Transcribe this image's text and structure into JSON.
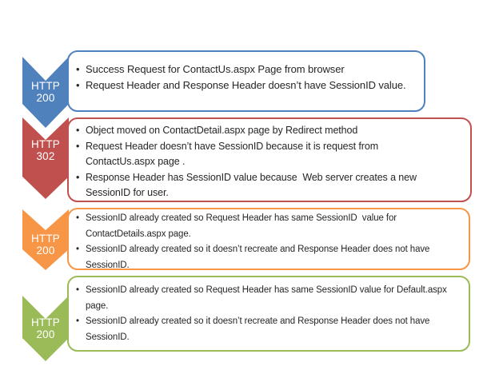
{
  "diagram": {
    "background": "#FFFFFF",
    "text_color": "#262626",
    "badge_text_color": "#FFFFFF",
    "steps": [
      {
        "badge_line1": "HTTP",
        "badge_line2": "200",
        "color": "#4F81BD",
        "bullets": [
          "Success Request for ContactUs.aspx Page from browser",
          "Request Header and Response Header doesn’t have SessionID value."
        ]
      },
      {
        "badge_line1": "HTTP",
        "badge_line2": "302",
        "color": "#C0504D",
        "bullets": [
          "Object moved on ContactDetail.aspx page by Redirect method",
          "Request Header doesn’t have SessionID because it is request from ContactUs.aspx page .",
          "Response Header has SessionID value because  Web server creates a new SessionID for user."
        ]
      },
      {
        "badge_line1": "HTTP",
        "badge_line2": "200",
        "color": "#F79646",
        "bullets": [
          "SessionID already created so Request Header has same SessionID  value for ContactDetails.aspx page.",
          "SessionID already created so it doesn’t recreate and Response Header does not have SessionID."
        ]
      },
      {
        "badge_line1": "HTTP",
        "badge_line2": "200",
        "color": "#9BBB59",
        "bullets": [
          "SessionID already created so Request Header has same SessionID value for Default.aspx page.",
          "SessionID already created so it doesn’t recreate and Response Header does not have SessionID."
        ]
      }
    ]
  }
}
